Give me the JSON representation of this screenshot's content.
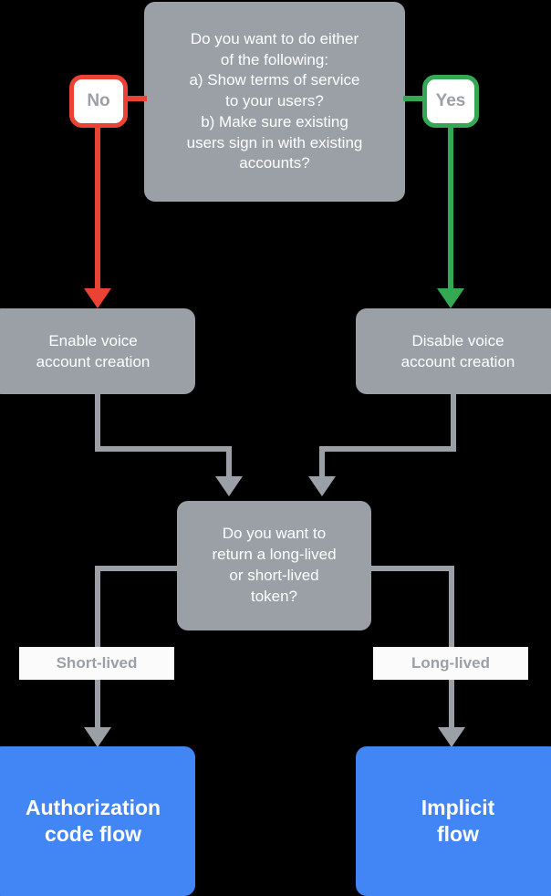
{
  "diagram": {
    "title": "Voice account linking flow decision chart",
    "background": "#000000",
    "colors": {
      "gray": "#9aa0a6",
      "blue": "#4285f4",
      "red": "#ea4335",
      "green": "#34a853",
      "white": "#ffffff",
      "label_bg": "#fbfbfb"
    }
  },
  "nodes": {
    "question_1": "Do you want to do either of the following:\na) Show terms of service to your users?\nb) Make sure existing users sign in with existing accounts?",
    "question_1_lines": [
      "Do you want to do either",
      "of the following:",
      "a) Show terms of service",
      "to your users?",
      "b) Make sure existing",
      "users sign in with existing",
      "accounts?"
    ],
    "enable_voice": "Enable voice\naccount creation",
    "enable_voice_lines": [
      "Enable voice",
      "account creation"
    ],
    "disable_voice": "Disable voice\naccount creation",
    "disable_voice_lines": [
      "Disable voice",
      "account creation"
    ],
    "question_2": "Do you want to return a long-lived or short-lived token?",
    "question_2_lines": [
      "Do you want to",
      "return a long-lived",
      "or short-lived",
      "token?"
    ],
    "authorization_code_flow": "Authorization\ncode flow",
    "authorization_code_flow_lines": [
      "Authorization",
      "code flow"
    ],
    "implicit_flow": "Implicit\nflow",
    "implicit_flow_lines": [
      "Implicit",
      "flow"
    ]
  },
  "badges": {
    "no": "No",
    "yes": "Yes"
  },
  "edge_labels": {
    "short_lived": "Short-lived",
    "long_lived": "Long-lived"
  }
}
